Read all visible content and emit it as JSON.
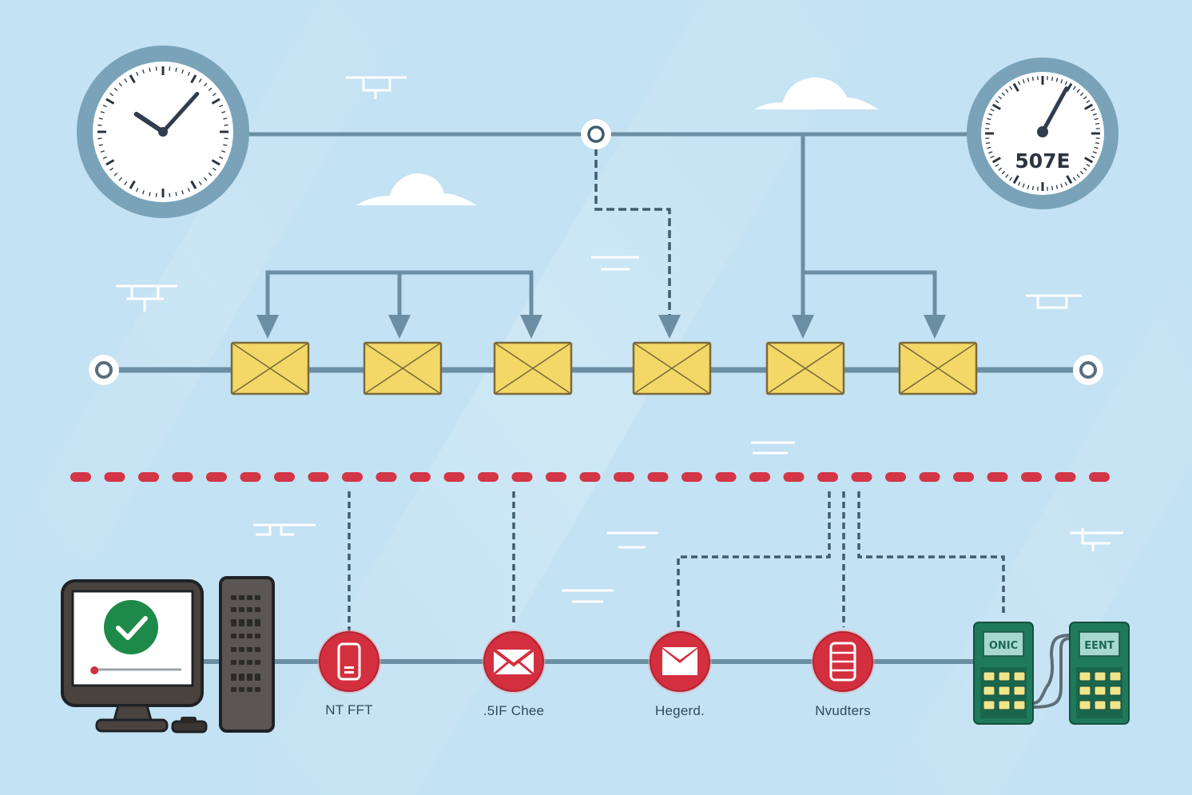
{
  "diagram": {
    "title_visible": false,
    "colors": {
      "background": "#c3e2f3",
      "connector": "#6b8ea3",
      "connector_dark": "#3f5d6e",
      "clock_ring": "#7aa3b9",
      "envelope_fill": "#f3d868",
      "envelope_stroke": "#7c6a3a",
      "red_node": "#d42f3f",
      "red_dash": "#d33646",
      "device_green": "#1f7a5c",
      "device_screen": "#a7d8cf",
      "key_yellow": "#f0e58a",
      "check_green": "#1e8a4a",
      "monitor_frame": "#4a423d",
      "tower": "#5b5654"
    },
    "top": {
      "left_clock": {
        "name": "clock",
        "time_hour": 10,
        "time_minute": 7
      },
      "right_gauge": {
        "name": "gauge",
        "label": "507E",
        "needle_fraction": 0.62
      },
      "hub_node": "junction"
    },
    "queue": {
      "start_node": "queue-start",
      "end_node": "queue-end",
      "envelopes": [
        {
          "id": "msg-1",
          "source": "left-bus"
        },
        {
          "id": "msg-2",
          "source": "left-bus"
        },
        {
          "id": "msg-3",
          "source": "left-bus"
        },
        {
          "id": "msg-4",
          "source": "hub-dashed"
        },
        {
          "id": "msg-5",
          "source": "right-bus"
        },
        {
          "id": "msg-6",
          "source": "right-bus"
        }
      ]
    },
    "boundary": {
      "style": "red-dashed"
    },
    "bottom": {
      "computer": {
        "status": "check",
        "progress": 0.02
      },
      "nodes": [
        {
          "icon": "phone-icon",
          "label": "NT FFT"
        },
        {
          "icon": "envelope-icon",
          "label": ".5IF Chee"
        },
        {
          "icon": "open-envelope-icon",
          "label": "Hegerd."
        },
        {
          "icon": "database-icon",
          "label": "Nvudters"
        }
      ],
      "devices": [
        {
          "screen": "ONIC"
        },
        {
          "screen": "EENT"
        }
      ]
    }
  }
}
